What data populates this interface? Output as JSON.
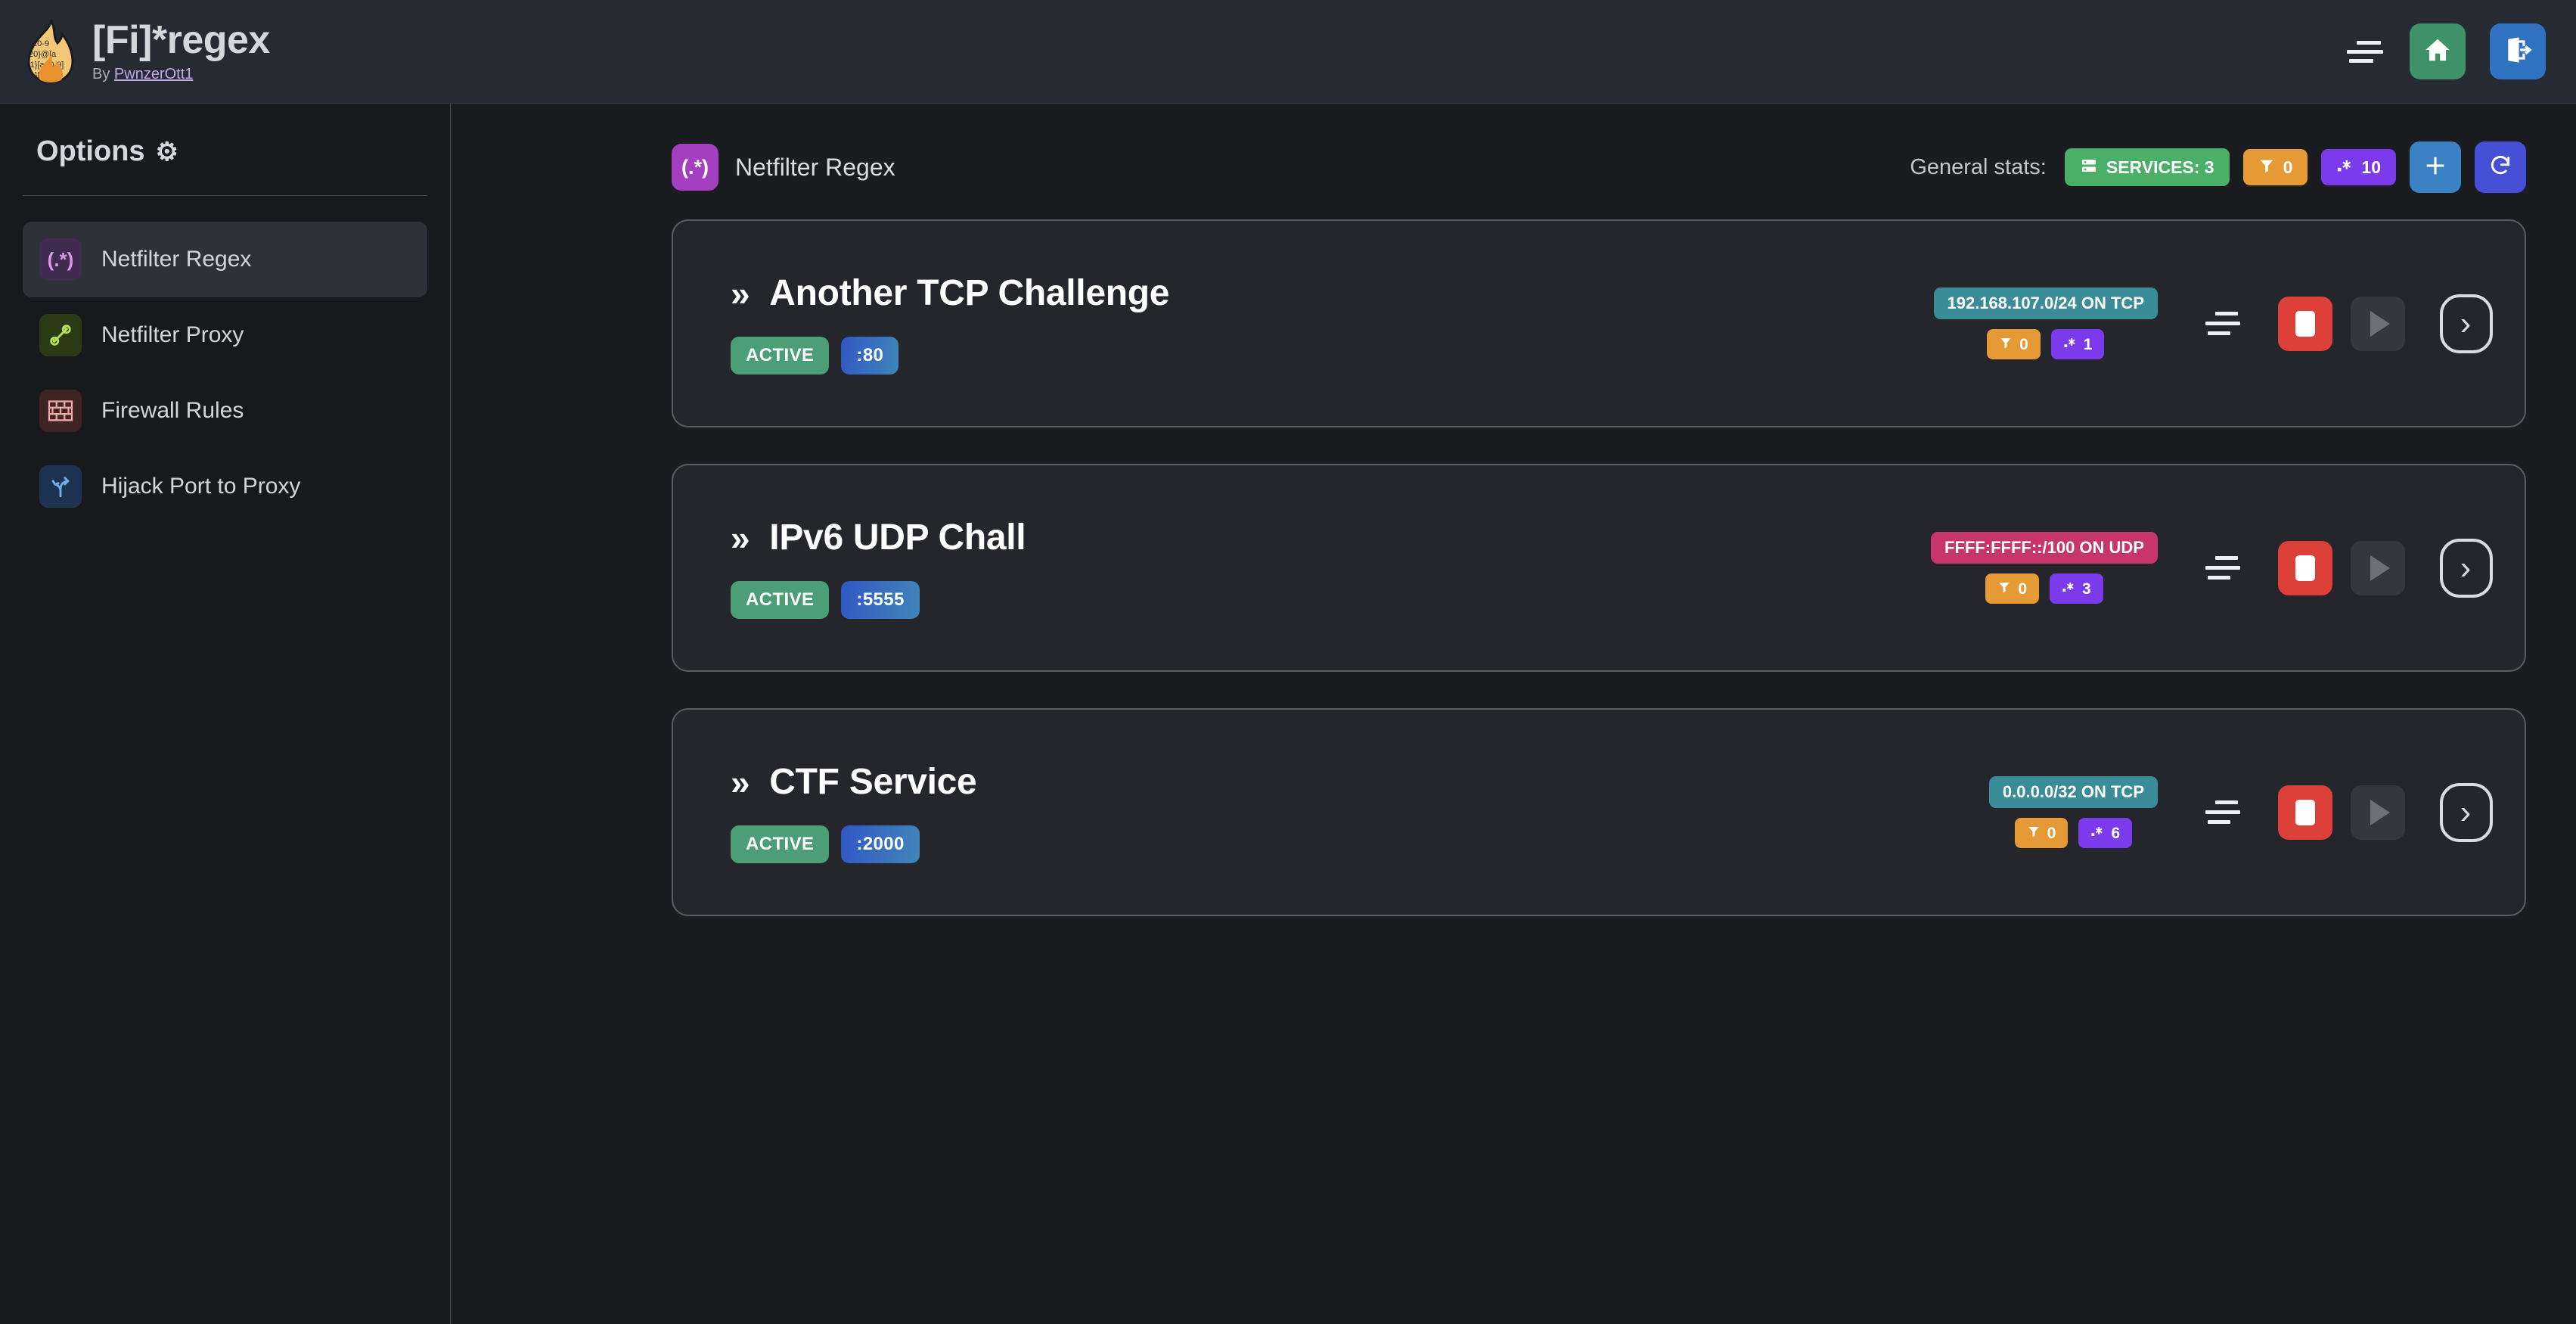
{
  "header": {
    "app_title": "[Fi]*regex",
    "by_prefix": "By ",
    "author": "PwnzerOtt1",
    "logo_icon": "flame-regex-logo",
    "menu_icon": "hamburger-menu-icon",
    "home_icon": "home-icon",
    "logout_icon": "logout-icon",
    "bg_color": "#262a33",
    "home_color": "#3f9168",
    "logout_color": "#2f72c0"
  },
  "sidebar": {
    "title": "Options",
    "gear_icon": "gear-icon",
    "items": [
      {
        "label": "Netfilter Regex",
        "icon": "regex-icon",
        "glyph": "(.*)",
        "active": true
      },
      {
        "label": "Netfilter Proxy",
        "icon": "plug-connect-icon",
        "glyph": "",
        "active": false
      },
      {
        "label": "Firewall Rules",
        "icon": "brick-wall-icon",
        "glyph": "",
        "active": false
      },
      {
        "label": "Hijack Port to Proxy",
        "icon": "route-fork-icon",
        "glyph": "",
        "active": false
      }
    ]
  },
  "main": {
    "page_icon": "regex-icon",
    "page_icon_glyph": "(.*)",
    "page_title": "Netfilter Regex",
    "stats_label": "General stats:",
    "stats": [
      {
        "name": "services-badge",
        "icon": "server-icon",
        "label": "SERVICES: 3",
        "color": "#4caf67"
      },
      {
        "name": "filters-badge",
        "icon": "filter-icon",
        "label": "0",
        "color": "#e59a35"
      },
      {
        "name": "regex-badge",
        "icon": "regex-dot-star-icon",
        "label": "10",
        "color": "#7c3aed"
      }
    ],
    "add_button_icon": "plus-icon",
    "refresh_button_icon": "refresh-icon"
  },
  "services": [
    {
      "chevron": "»",
      "name": "Another TCP Challenge",
      "status": "ACTIVE",
      "port": ":80",
      "network": "192.168.107.0/24 ON TCP",
      "network_proto": "tcp",
      "filters_count": "0",
      "regex_count": "1",
      "eq_icon": "settings-lines-icon",
      "stop_icon": "stop-icon",
      "play_icon": "play-icon",
      "go_icon": "chevron-right-icon"
    },
    {
      "chevron": "»",
      "name": "IPv6 UDP Chall",
      "status": "ACTIVE",
      "port": ":5555",
      "network": "FFFF:FFFF::/100 ON UDP",
      "network_proto": "udp",
      "filters_count": "0",
      "regex_count": "3",
      "eq_icon": "settings-lines-icon",
      "stop_icon": "stop-icon",
      "play_icon": "play-icon",
      "go_icon": "chevron-right-icon"
    },
    {
      "chevron": "»",
      "name": "CTF Service",
      "status": "ACTIVE",
      "port": ":2000",
      "network": "0.0.0.0/32 ON TCP",
      "network_proto": "tcp",
      "filters_count": "0",
      "regex_count": "6",
      "eq_icon": "settings-lines-icon",
      "stop_icon": "stop-icon",
      "play_icon": "play-icon",
      "go_icon": "chevron-right-icon"
    }
  ]
}
